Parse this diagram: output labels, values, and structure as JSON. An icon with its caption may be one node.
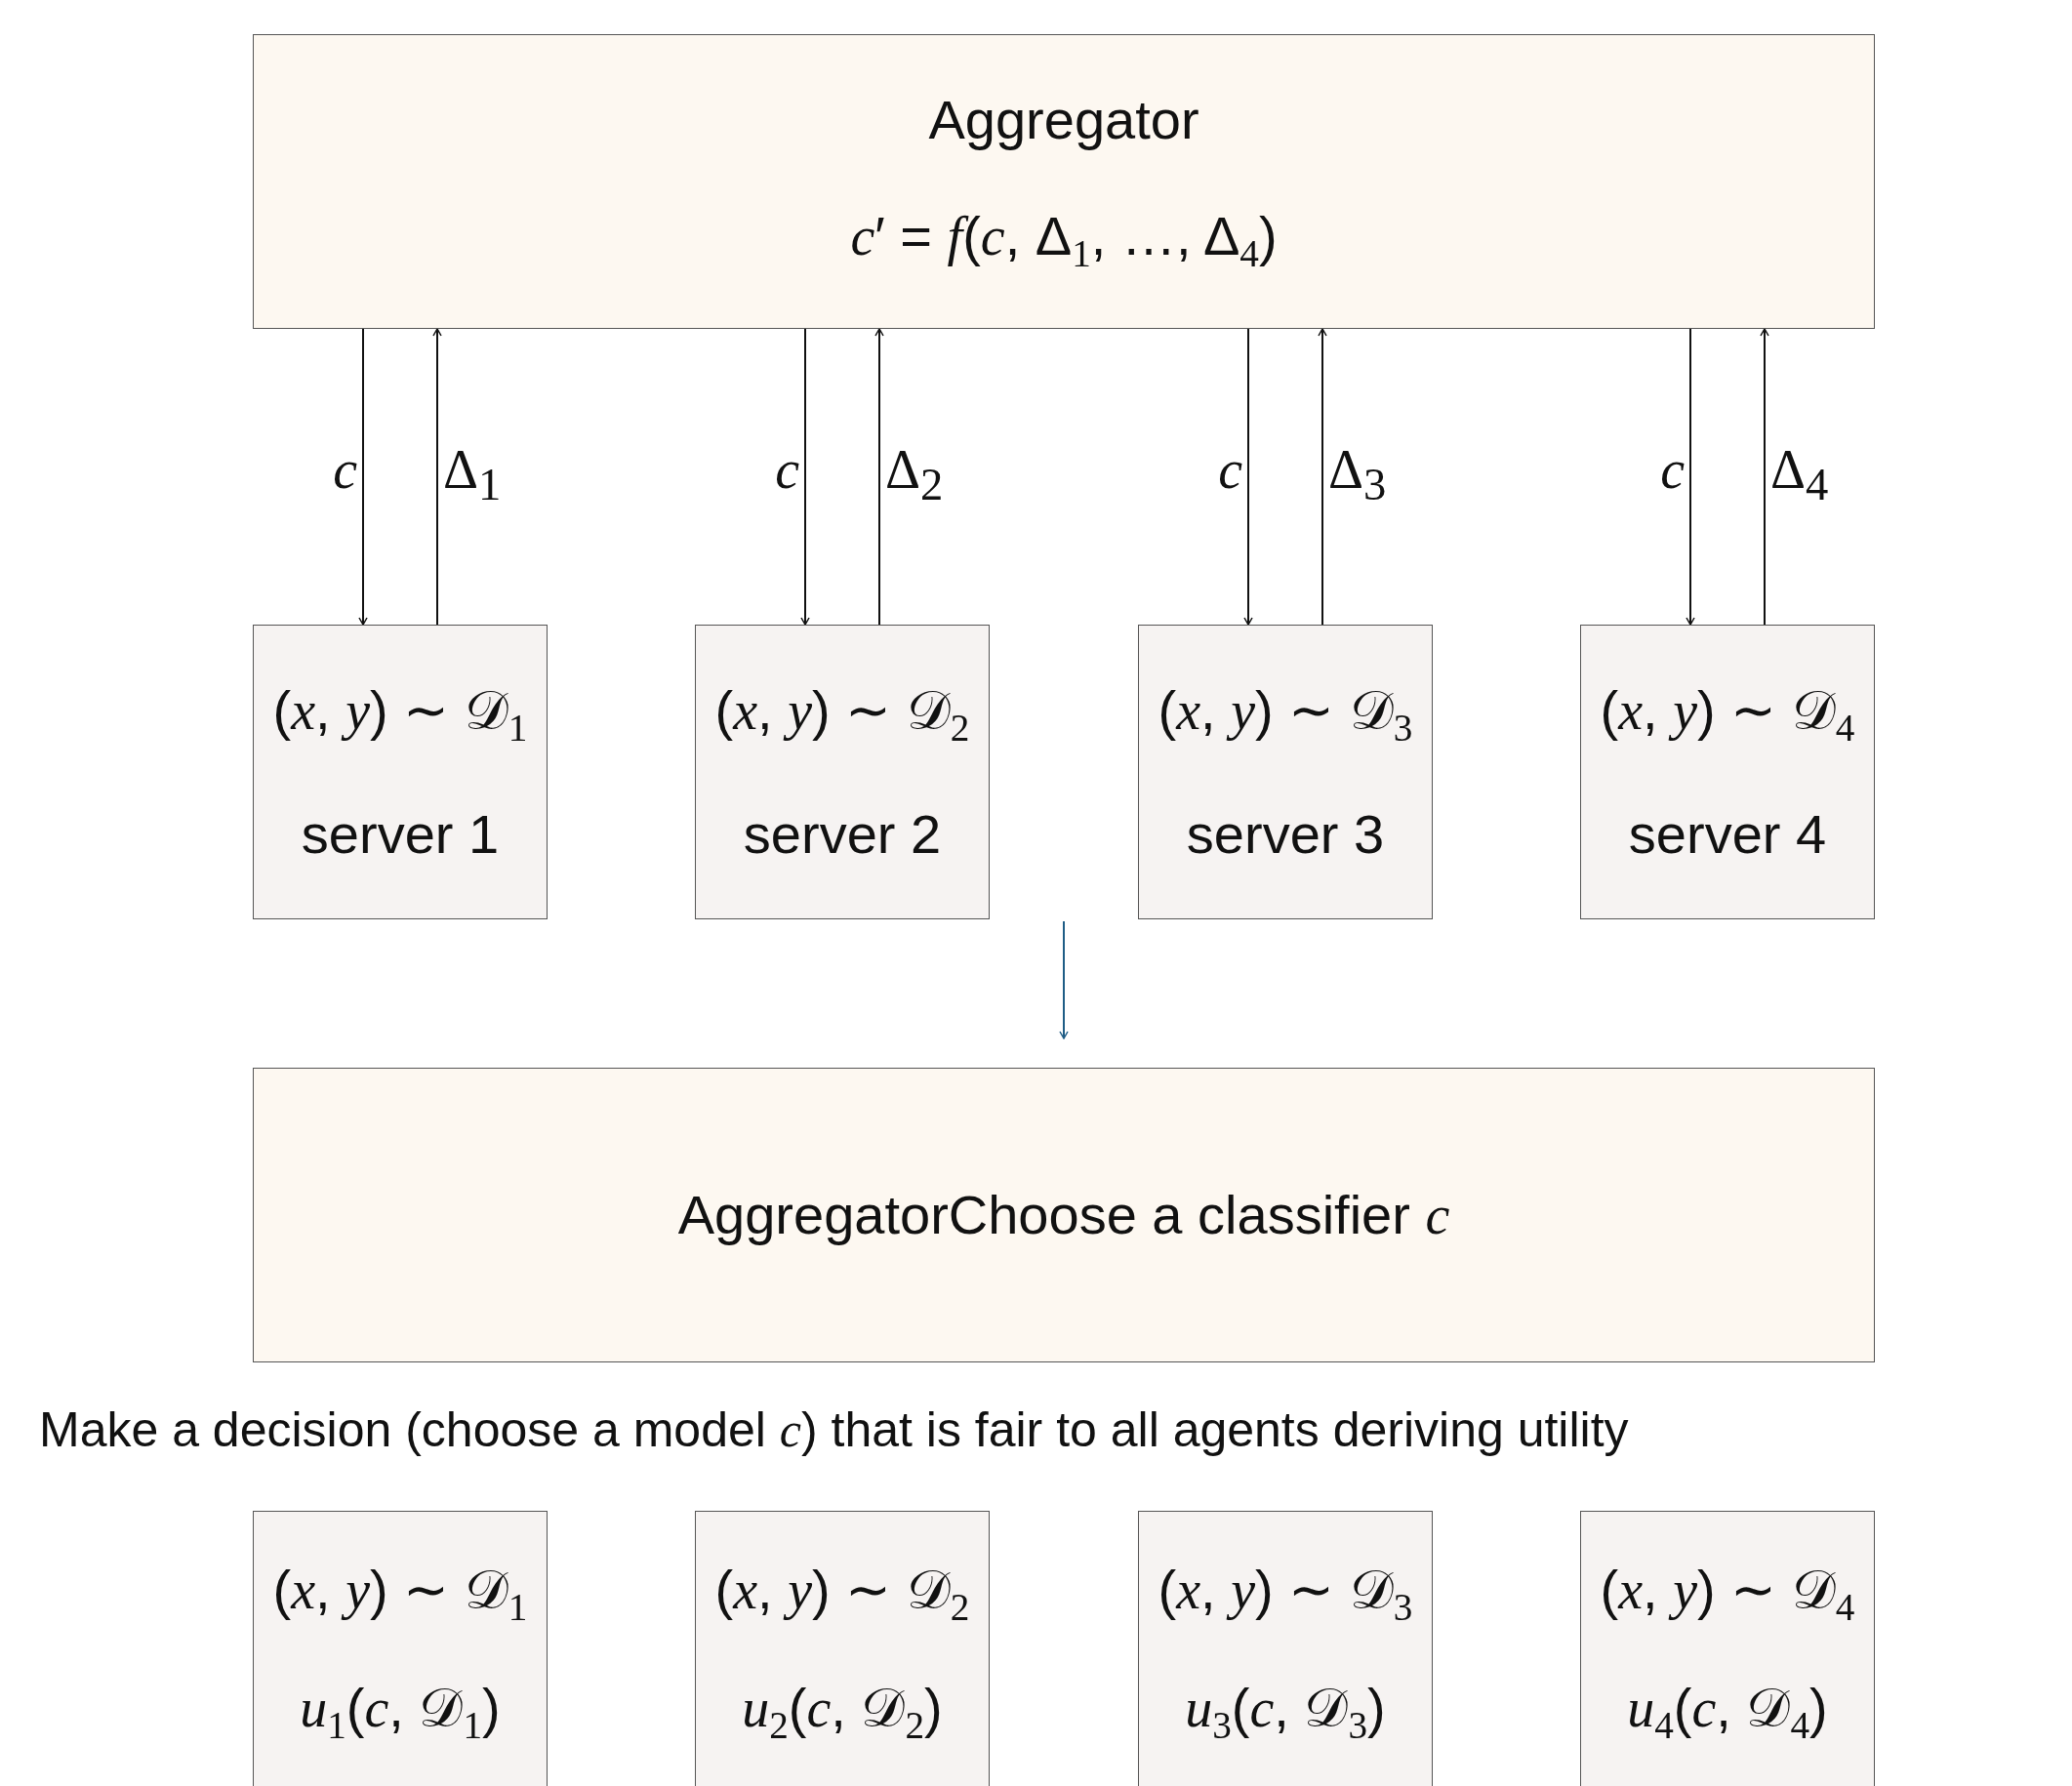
{
  "diagram": {
    "nodes": [
      {
        "text": [
          "Aggregator",
          "*c*′ = *f*(*c*, Δ$_{1}$, …, Δ$_{4}$)"
        ]
      },
      {
        "text": [
          "(*x*, *y*) ∼ 𝒟$_{1}$",
          "server 1"
        ]
      },
      {
        "text": [
          "(*x*, *y*) ∼ 𝒟$_{2}$",
          "server 2"
        ]
      },
      {
        "text": [
          "(*x*, *y*) ∼ 𝒟$_{3}$",
          "server 3"
        ]
      },
      {
        "text": [
          "(*x*, *y*) ∼ 𝒟$_{4}$",
          "server 4"
        ]
      },
      {
        "text": [
          "AggregatorChoose a classifier *c*"
        ]
      },
      {
        "text": [
          "(*x*, *y*) ∼ 𝒟$_{1}$",
          "*u*$_{1}$(*c*, 𝒟$_{1}$)"
        ]
      },
      {
        "text": [
          "(*x*, *y*) ∼ 𝒟$_{2}$",
          "*u*$_{2}$(*c*, 𝒟$_{2}$)"
        ]
      },
      {
        "text": [
          "(*x*, *y*) ∼ 𝒟$_{3}$",
          "*u*$_{3}$(*c*, 𝒟$_{3}$)"
        ]
      },
      {
        "text": [
          "(*x*, *y*) ∼ 𝒟$_{4}$",
          "*u*$_{4}$(*c*, 𝒟$_{4}$)"
        ]
      }
    ],
    "edges": [
      {
        "from": 0,
        "to": 1,
        "arrow": "to",
        "label": "*c*"
      },
      {
        "from": 1,
        "to": 0,
        "arrow": "to",
        "label": "Δ$_{1}$"
      },
      {
        "from": 0,
        "to": 2,
        "arrow": "to",
        "label": "*c*"
      },
      {
        "from": 2,
        "to": 0,
        "arrow": "to",
        "label": "Δ$_{2}$"
      },
      {
        "from": 0,
        "to": 3,
        "arrow": "to",
        "label": "*c*"
      },
      {
        "from": 3,
        "to": 0,
        "arrow": "to",
        "label": "Δ$_{3}$"
      },
      {
        "from": 0,
        "to": 4,
        "arrow": "to",
        "label": "*c*"
      },
      {
        "from": 4,
        "to": 0,
        "arrow": "to",
        "label": "Δ$_{4}$"
      },
      {
        "from": null,
        "to": 5,
        "arrow": "to",
        "color": "#1f5d86"
      }
    ],
    "labels": [
      "Make a decision (choose a model *c*) that is fair to all agents deriving utility"
    ]
  }
}
